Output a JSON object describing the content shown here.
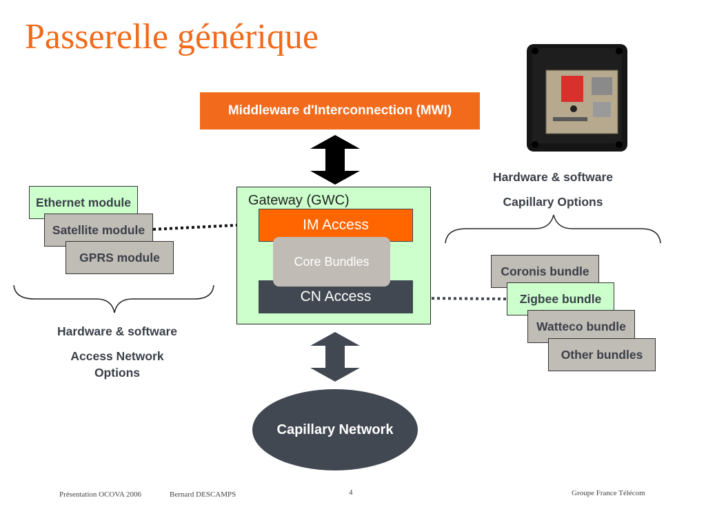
{
  "title": "Passerelle générique",
  "mwi": "Middleware d'Interconnection (MWI)",
  "gateway": {
    "label": "Gateway (GWC)",
    "im_access": "IM Access",
    "core_bundles": "Core Bundles",
    "cn_access": "CN Access"
  },
  "access_modules": [
    "Ethernet module",
    "Satellite module",
    "GPRS module"
  ],
  "access_caption": [
    "Hardware & software",
    "Access Network",
    "Options"
  ],
  "capillary_caption": [
    "Hardware & software",
    "Capillary Options"
  ],
  "bundles": [
    "Coronis bundle",
    "Zigbee bundle",
    "Watteco bundle",
    "Other bundles"
  ],
  "capillary_network": "Capillary Network",
  "footer": {
    "left": "Présentation OCOVA 2006",
    "author": "Bernard DESCAMPS",
    "page": "4",
    "right": "Groupe France Télécom"
  },
  "colors": {
    "title_orange": "#f26a1b",
    "mwi_orange": "#f26a1b",
    "im_orange": "#ff6600",
    "dark_slate": "#424851",
    "light_green": "#ccffcc",
    "gray_box": "#c0bcb6"
  },
  "icons": {
    "arrow_top": "double-arrow-vertical-black",
    "arrow_bottom": "double-arrow-vertical-slate",
    "device_photo": "gateway-hardware-photo"
  }
}
